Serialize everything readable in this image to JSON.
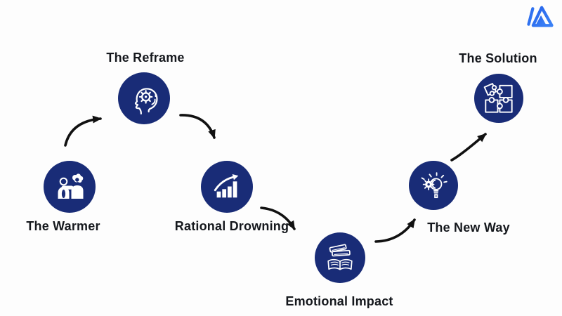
{
  "page": {
    "background_color": "#fdfdfd"
  },
  "header": {
    "logo": {
      "icon": "mailmodo-logo",
      "color_primary": "#2563eb",
      "color_secondary": "#3b82f6"
    }
  },
  "diagram": {
    "type": "flow-infographic",
    "node_color": "#192c77",
    "icon_color": "#ffffff",
    "arrow_color": "#111111",
    "label_color": "#15181d",
    "stages": [
      {
        "label": "The Warmer",
        "icon": "two-people-greeting-icon"
      },
      {
        "label": "The Reframe",
        "icon": "head-gear-brain-icon"
      },
      {
        "label": "Rational Drowning",
        "icon": "rising-bar-chart-icon"
      },
      {
        "label": "Emotional Impact",
        "icon": "books-icon"
      },
      {
        "label": "The New Way",
        "icon": "lightbulb-gear-icon"
      },
      {
        "label": "The Solution",
        "icon": "puzzle-pieces-icon"
      }
    ],
    "flow_order": [
      "The Warmer",
      "The Reframe",
      "Rational Drowning",
      "Emotional Impact",
      "The New Way",
      "The Solution"
    ]
  }
}
